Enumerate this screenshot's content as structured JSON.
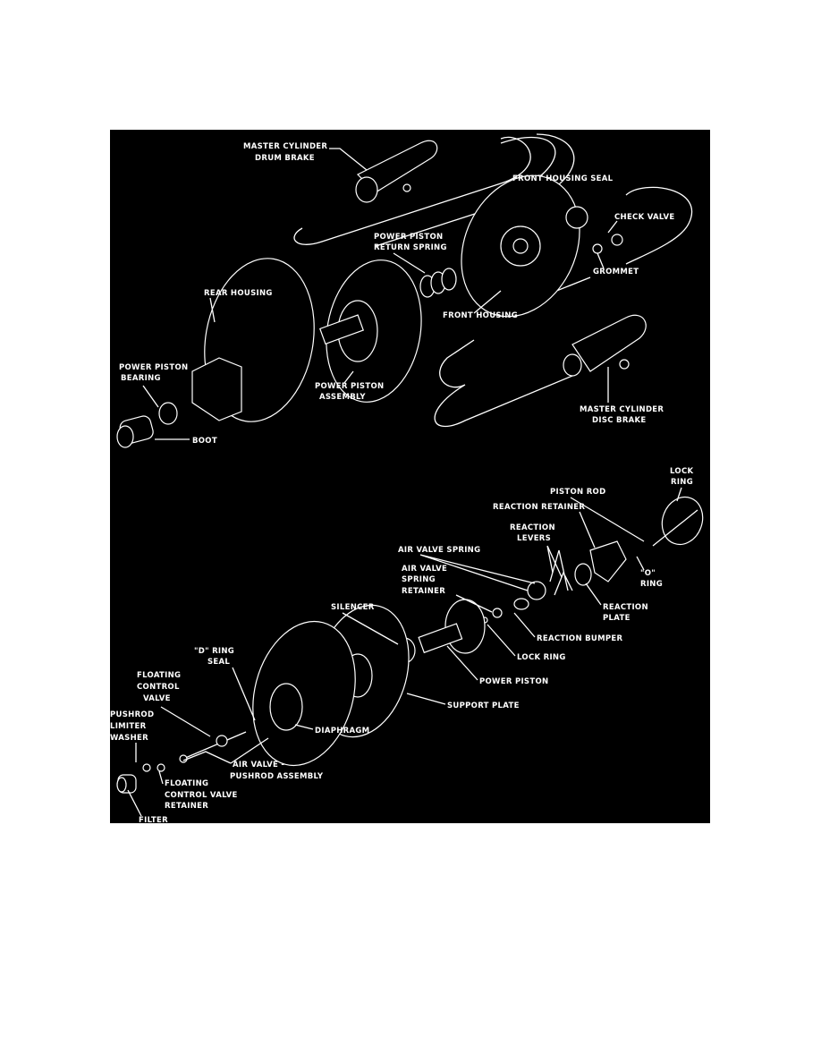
{
  "diagram": {
    "background_color": "#000000",
    "line_color": "#ffffff",
    "labels": {
      "master_cylinder_drum": [
        "MASTER CYLINDER",
        "DRUM BRAKE"
      ],
      "front_housing_seal": "FRONT HOUSING SEAL",
      "check_valve": "CHECK VALVE",
      "return_spring": [
        "POWER PISTON",
        "RETURN SPRING"
      ],
      "grommet": "GROMMET",
      "rear_housing": "REAR HOUSING",
      "front_housing": "FRONT HOUSING",
      "power_piston_bearing": [
        "POWER PISTON",
        "BEARING"
      ],
      "power_piston_assembly": [
        "POWER PISTON",
        "ASSEMBLY"
      ],
      "boot": "BOOT",
      "master_cylinder_disc": [
        "MASTER CYLINDER",
        "DISC BRAKE"
      ],
      "lock_ring_top": [
        "LOCK",
        "RING"
      ],
      "piston_rod": "PISTON ROD",
      "reaction_retainer": "REACTION RETAINER",
      "reaction_levers": [
        "REACTION",
        "LEVERS"
      ],
      "air_valve_spring": "AIR VALVE SPRING",
      "air_valve_spring_retainer": [
        "AIR VALVE",
        "SPRING",
        "RETAINER"
      ],
      "o_ring": [
        "\"O\"",
        "RING"
      ],
      "reaction_plate": [
        "REACTION",
        "PLATE"
      ],
      "silencer": "SILENCER",
      "reaction_bumper": "REACTION BUMPER",
      "lock_ring": "LOCK RING",
      "d_ring_seal": [
        "\"D\" RING",
        "SEAL"
      ],
      "power_piston": "POWER PISTON",
      "floating_control_valve": [
        "FLOATING",
        "CONTROL",
        "VALVE"
      ],
      "support_plate": "SUPPORT PLATE",
      "pushrod_limiter_washer": [
        "PUSHROD",
        "LIMITER",
        "WASHER"
      ],
      "diaphragm": "DIAPHRAGM",
      "air_valve_pushrod": [
        "AIR VALVE -",
        "PUSHROD ASSEMBLY"
      ],
      "floating_control_valve_retainer": [
        "FLOATING",
        "CONTROL VALVE",
        "RETAINER"
      ],
      "filter": "FILTER"
    }
  }
}
